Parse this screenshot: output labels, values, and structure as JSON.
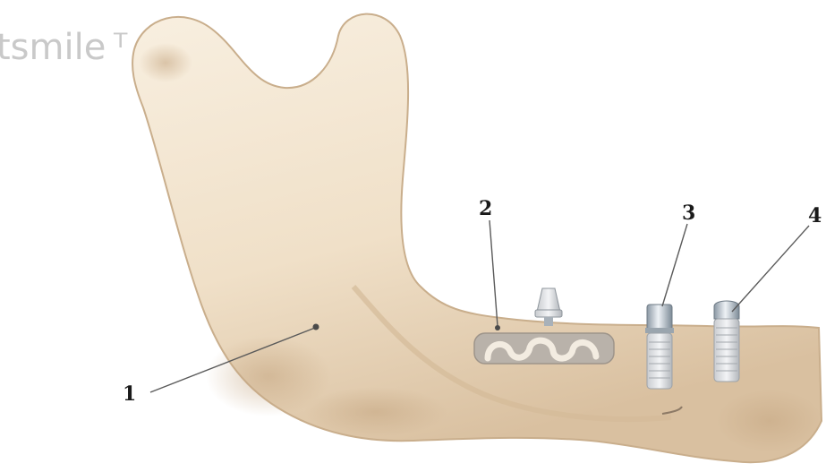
{
  "watermark": {
    "text": "tsmile"
  },
  "callouts": [
    {
      "number": "1",
      "target": "mandible bone"
    },
    {
      "number": "2",
      "target": "bone canal window"
    },
    {
      "number": "3",
      "target": "implant with abutment"
    },
    {
      "number": "4",
      "target": "implant with cover screw"
    }
  ],
  "colors": {
    "bone_light": "#f6ebd9",
    "bone_mid": "#e7d3b5",
    "bone_dark": "#c6a987",
    "metal_light": "#eef2f6",
    "metal_dark": "#7c8a96",
    "leader_line": "#5a5a5a"
  },
  "icons": {
    "abutment": "abutment-icon",
    "implant": "implant-icon"
  }
}
